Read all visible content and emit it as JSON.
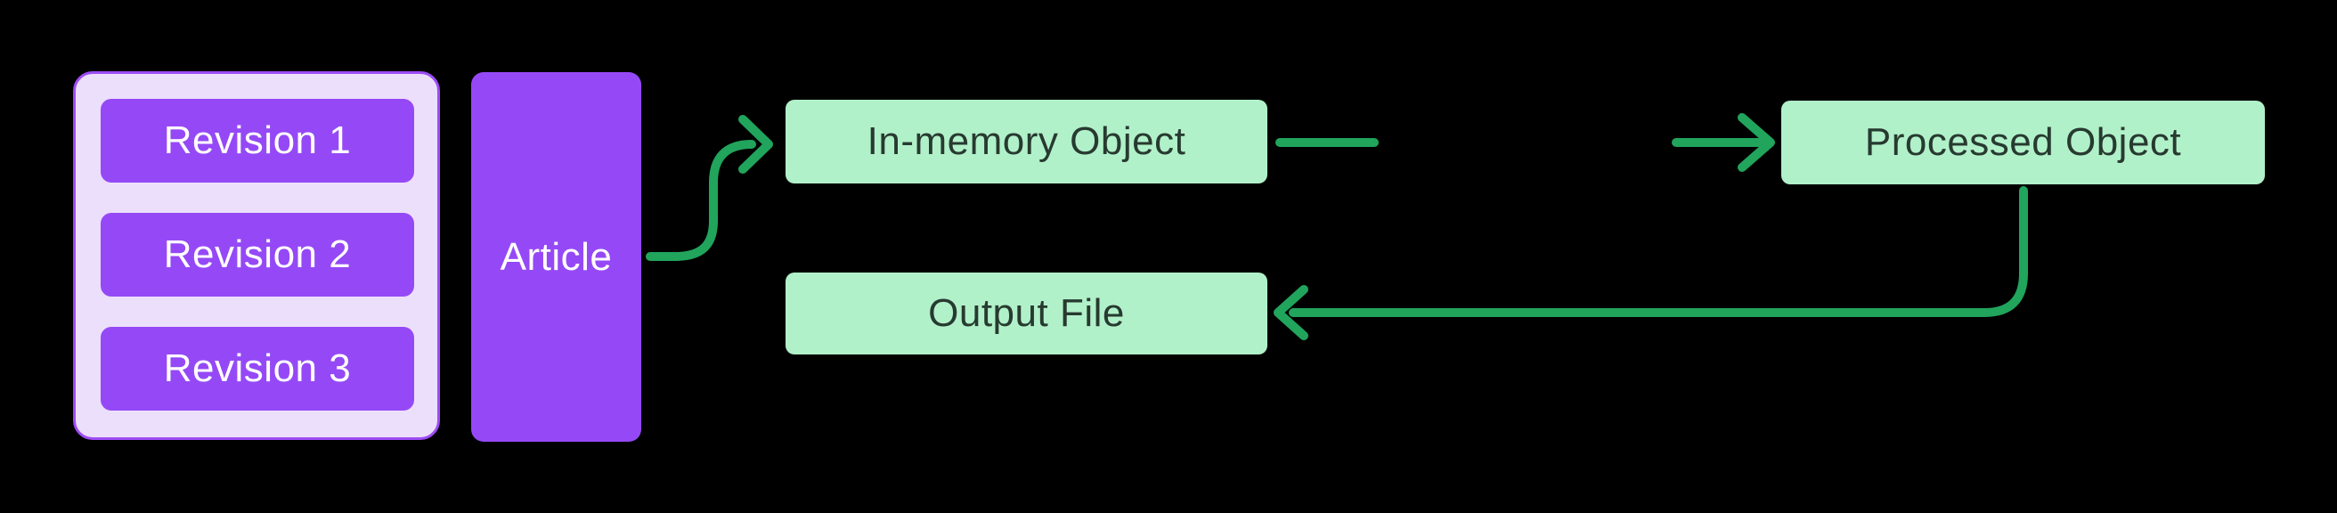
{
  "diagram": {
    "revisions_group": {
      "items": [
        {
          "label": "Revision 1"
        },
        {
          "label": "Revision 2"
        },
        {
          "label": "Revision 3"
        }
      ]
    },
    "article_node": {
      "label": "Article"
    },
    "in_memory_node": {
      "label": "In-memory Object"
    },
    "processed_node": {
      "label": "Processed Object"
    },
    "output_node": {
      "label": "Output File"
    },
    "arrows": [
      {
        "name": "article-to-in-memory",
        "direction": "right"
      },
      {
        "name": "in-memory-to-processed",
        "direction": "right"
      },
      {
        "name": "processed-to-output-file",
        "direction": "left"
      }
    ]
  },
  "colors": {
    "background": "#000000",
    "purple_fill": "#9549f6",
    "purple_text": "#ffffff",
    "group_fill": "#ecdffb",
    "group_border": "#9d4cf4",
    "mint_fill": "#b1f1c9",
    "mint_text": "#273a30",
    "arrow_green": "#21a45c"
  }
}
